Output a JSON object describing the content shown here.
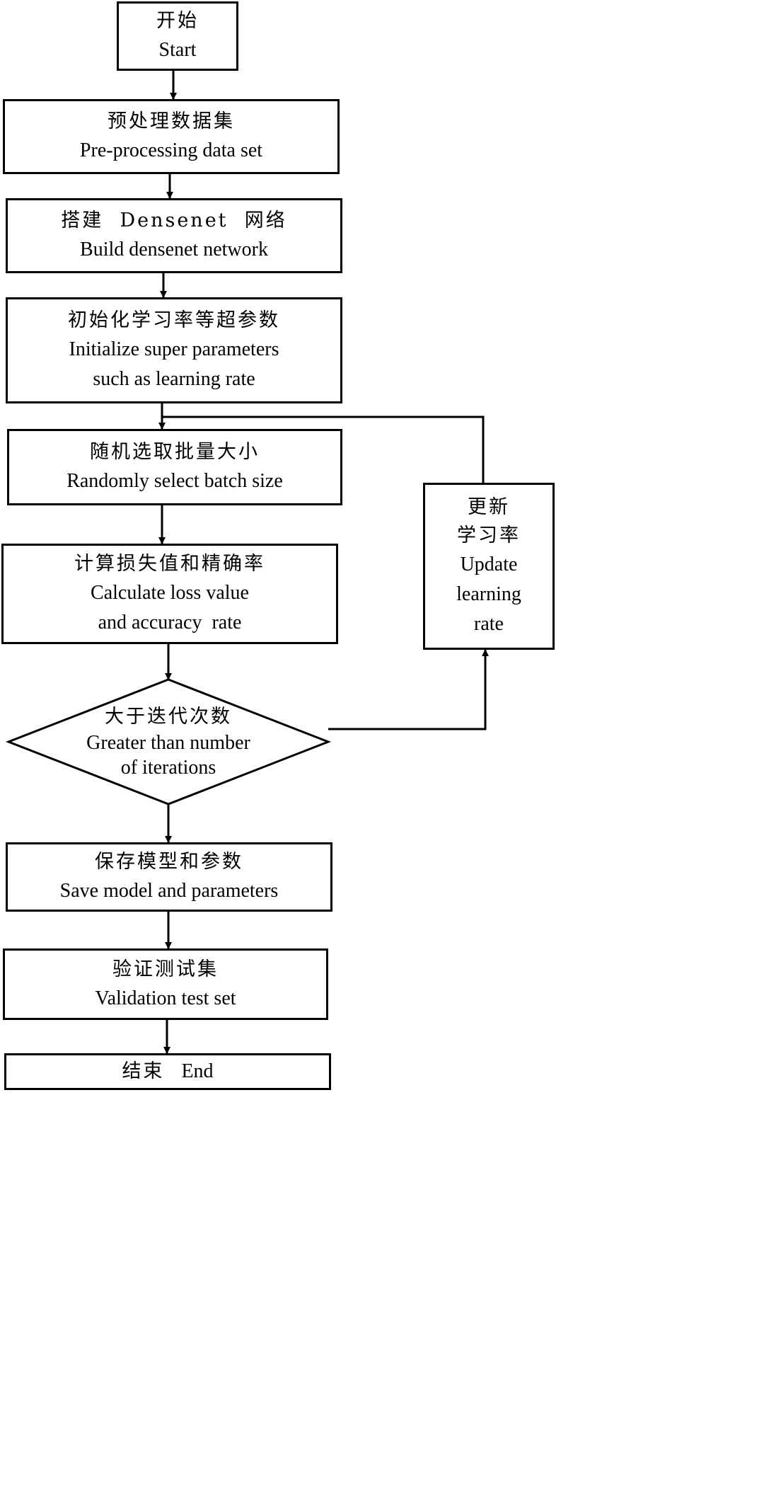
{
  "nodes": {
    "start": {
      "zh": "开始",
      "en": [
        "Start"
      ]
    },
    "preprocess": {
      "zh": "预处理数据集",
      "en": [
        "Pre-processing data set"
      ]
    },
    "build": {
      "zh": "搭建  Densenet  网络",
      "en": [
        "Build densenet network"
      ]
    },
    "init": {
      "zh": "初始化学习率等超参数",
      "en": [
        "Initialize super parameters",
        "such as learning rate"
      ]
    },
    "batch": {
      "zh": "随机选取批量大小",
      "en": [
        "Randomly select batch size"
      ]
    },
    "calc": {
      "zh": "计算损失值和精确率",
      "en": [
        "Calculate loss value",
        "and accuracy  rate"
      ]
    },
    "decision": {
      "zh": "大于迭代次数",
      "en": [
        "Greater than number",
        "of iterations"
      ]
    },
    "update": {
      "zh": [
        "更新",
        "学习率"
      ],
      "en": [
        "Update",
        "learning",
        "rate"
      ]
    },
    "save": {
      "zh": "保存模型和参数",
      "en": [
        "Save model and parameters"
      ]
    },
    "validate": {
      "zh": "验证测试集",
      "en": [
        "Validation test set"
      ]
    },
    "end": {
      "zh": "结束",
      "en": [
        "End"
      ]
    }
  }
}
